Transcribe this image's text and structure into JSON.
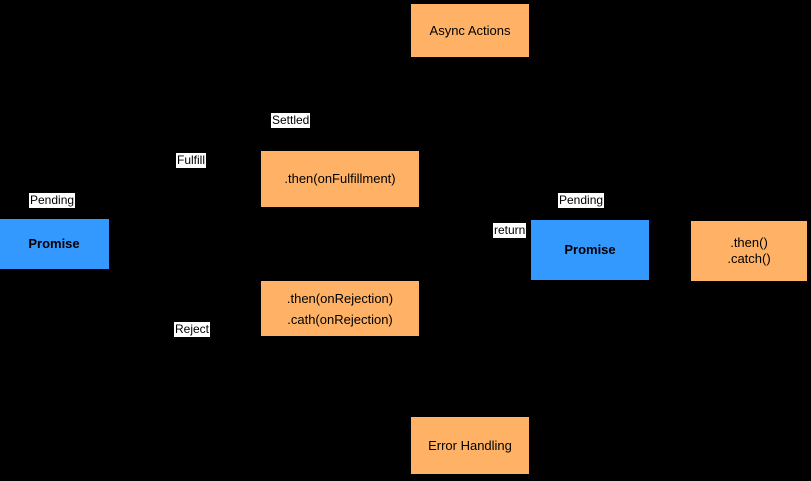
{
  "diagram": {
    "background_color": "#000000",
    "colors": {
      "node_orange": "#FFB266",
      "node_blue": "#3399FF",
      "edge_label_background": "#FFFFFF",
      "text": "#000000"
    },
    "nodes": {
      "async_actions": {
        "label": "Async Actions",
        "color": "#FFB266"
      },
      "promise_left": {
        "label": "Promise",
        "color": "#3399FF"
      },
      "then_fulfillment": {
        "label": ".then(onFulfillment)",
        "color": "#FFB266"
      },
      "then_rejection": {
        "line1": ".then(onRejection)",
        "line2": ".cath(onRejection)",
        "color": "#FFB266"
      },
      "promise_right": {
        "label": "Promise",
        "color": "#3399FF"
      },
      "then_catch": {
        "line1": ".then()",
        "line2": ".catch()",
        "color": "#FFB266"
      },
      "error_handling": {
        "label": "Error Handling",
        "color": "#FFB266"
      }
    },
    "edge_labels": {
      "pending_left": "Pending",
      "fulfill": "Fulfill",
      "settled": "Settled",
      "reject": "Reject",
      "return": "return",
      "pending_right": "Pending"
    }
  }
}
